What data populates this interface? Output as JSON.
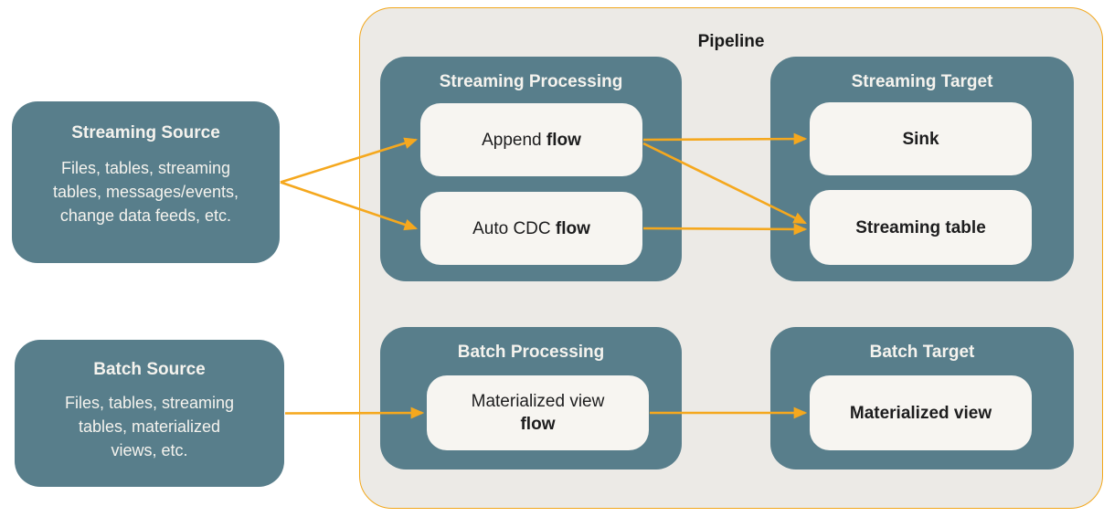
{
  "pipeline": {
    "title": "Pipeline"
  },
  "colors": {
    "teal": "#587E8B",
    "node_bg": "#F7F5F1",
    "pipeline_bg": "#ECEAE6",
    "pipeline_border": "#F2A71B",
    "arrow": "#F5A81E",
    "ink": "#1D1D1E",
    "light_text": "#F5F3EE"
  },
  "sources": [
    {
      "id": "streaming-source",
      "title": "Streaming Source",
      "body_lines": [
        "Files, tables, streaming",
        "tables, messages/events,",
        "change data feeds, etc."
      ]
    },
    {
      "id": "batch-source",
      "title": "Batch Source",
      "body_lines": [
        "Files, tables, streaming",
        "tables, materialized",
        "views, etc."
      ]
    }
  ],
  "groups": [
    {
      "id": "streaming-processing",
      "title": "Streaming Processing"
    },
    {
      "id": "streaming-target",
      "title": "Streaming Target"
    },
    {
      "id": "batch-processing",
      "title": "Batch Processing"
    },
    {
      "id": "batch-target",
      "title": "Batch Target"
    }
  ],
  "nodes": {
    "append_flow": {
      "regular": "Append ",
      "bold": "flow"
    },
    "auto_cdc_flow": {
      "regular": "Auto CDC ",
      "bold": "flow"
    },
    "sink": {
      "regular": "",
      "bold": "Sink"
    },
    "streaming_table": {
      "regular": "",
      "bold": "Streaming table"
    },
    "mv_flow": {
      "regular": "Materialized view",
      "bold": "flow"
    },
    "materialized_view": {
      "regular": "",
      "bold": "Materialized view"
    }
  },
  "connections": [
    {
      "from": "streaming-source",
      "to": "append-flow"
    },
    {
      "from": "streaming-source",
      "to": "auto-cdc-flow"
    },
    {
      "from": "append-flow",
      "to": "sink"
    },
    {
      "from": "append-flow",
      "to": "streaming-table",
      "fromDy": 4,
      "toDy": -5
    },
    {
      "from": "auto-cdc-flow",
      "to": "streaming-table",
      "toDy": 2
    },
    {
      "from": "batch-source",
      "to": "mv-flow"
    },
    {
      "from": "mv-flow",
      "to": "materialized-view"
    }
  ]
}
